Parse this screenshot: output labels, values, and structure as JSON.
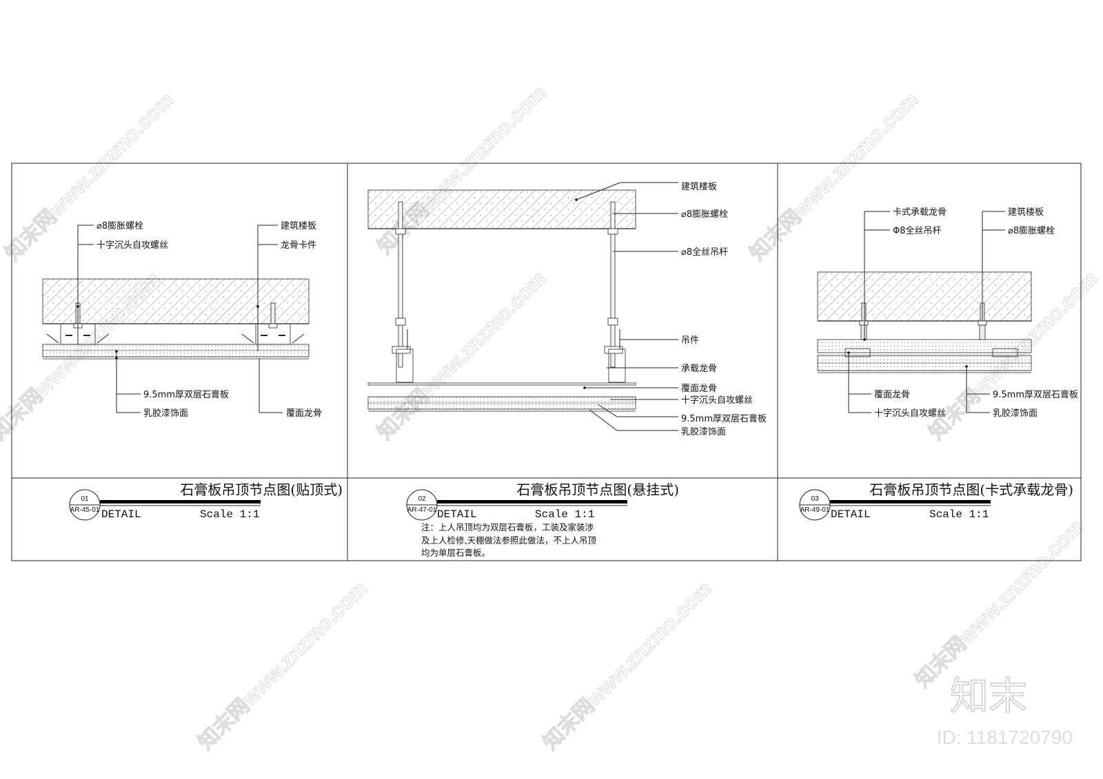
{
  "details": [
    {
      "number": "01",
      "sheet": "AR-45-01",
      "title": "石膏板吊顶节点图(贴顶式)",
      "detail_label": "DETAIL",
      "scale": "Scale 1:1",
      "labels": [
        "⌀8膨胀螺栓",
        "十字沉头自攻螺丝",
        "建筑楼板",
        "龙骨卡件",
        "9.5mm厚双层石膏板",
        "乳胶漆饰面",
        "覆面龙骨"
      ]
    },
    {
      "number": "02",
      "sheet": "AR-47-01",
      "title": "石膏板吊顶节点图(悬挂式)",
      "detail_label": "DETAIL",
      "scale": "Scale 1:1",
      "labels": [
        "建筑楼板",
        "⌀8膨胀螺栓",
        "⌀8全丝吊杆",
        "吊件",
        "承载龙骨",
        "覆面龙骨",
        "十字沉头自攻螺丝",
        "9.5mm厚双层石膏板",
        "乳胶漆饰面"
      ],
      "note": [
        "注：上人吊顶均为双层石膏板，工装及家装涉",
        "及上人检修,天棚做法参照此做法，不上人吊顶",
        "均为单层石膏板。"
      ]
    },
    {
      "number": "03",
      "sheet": "AR-49-01",
      "title": "石膏板吊顶节点图(卡式承载龙骨)",
      "detail_label": "DETAIL",
      "scale": "Scale 1:1",
      "labels": [
        "卡式承载龙骨",
        "Φ8全丝吊杆",
        "建筑楼板",
        "⌀8膨胀螺栓",
        "覆面龙骨",
        "十字沉头自攻螺丝",
        "9.5mm厚双层石膏板",
        "乳胶漆饰面"
      ]
    }
  ],
  "watermark": {
    "text": "知末网www.znzmo.com",
    "logo": "知末",
    "id": "ID: 1181720790"
  }
}
